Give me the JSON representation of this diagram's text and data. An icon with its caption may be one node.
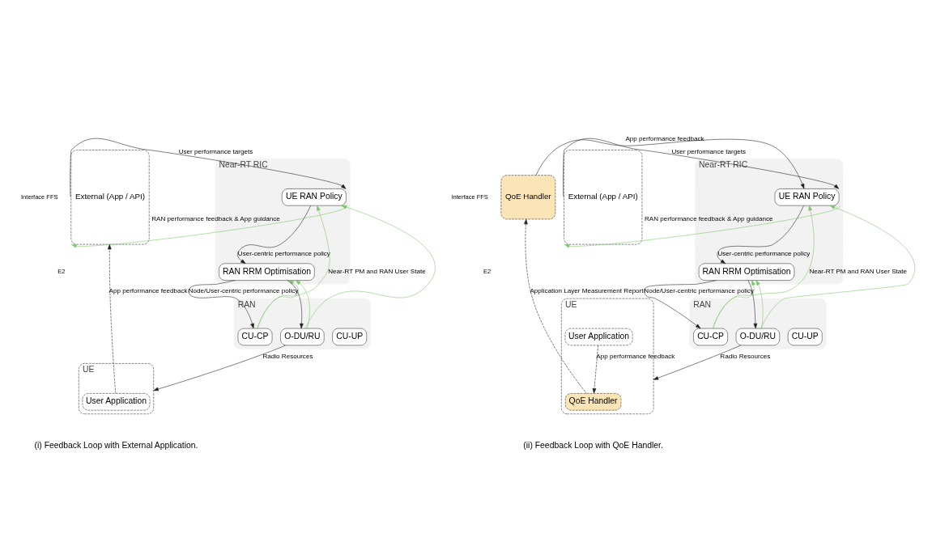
{
  "diagram": {
    "nodes": [
      {
        "text": [
          "Near-RT RIC"
        ]
      },
      {
        "text": [
          "UE RAN Policy"
        ],
        "in": 0
      },
      {
        "text": [
          "RAN RRM Optimisation"
        ],
        "in": 0
      },
      {
        "text": [
          "RAN"
        ]
      },
      {
        "text": [
          "CU-UP"
        ],
        "in": 3
      },
      {
        "text": [
          "CU-CP"
        ],
        "in": 3
      },
      {
        "text": [
          "O-DU/RU"
        ],
        "in": 3
      },
      {
        "text": [
          "UE"
        ]
      },
      {
        "text": [
          "User Application"
        ],
        "in": 7
      },
      {
        "text": [
          "External (App / API)"
        ]
      },
      {
        "text": [
          "QoE Handler"
        ]
      },
      {
        "text": [
          "Near-RT RIC"
        ]
      },
      {
        "text": [
          "UE RAN Policy"
        ],
        "in": 11
      },
      {
        "text": [
          "RAN RRM Optimisation"
        ],
        "in": 11
      },
      {
        "text": [
          "RAN"
        ]
      },
      {
        "text": [
          "CU-UP"
        ],
        "in": 14
      },
      {
        "text": [
          "CU-CP"
        ],
        "in": 14
      },
      {
        "text": [
          "O-DU/RU"
        ],
        "in": 14
      },
      {
        "text": [
          "UE"
        ]
      },
      {
        "text": [
          "QoE Handler"
        ],
        "in": 18
      },
      {
        "text": [
          "User Application"
        ],
        "in": 18
      },
      {
        "text": [
          "External (App / API)"
        ]
      }
    ],
    "edges": [
      {
        "from": 9,
        "to": 1,
        "arrow": "to",
        "label": "User performance targets"
      },
      {
        "from": 1,
        "to": 9,
        "arrow": "to",
        "label": "RAN performance feedback & App guidance",
        "color": "#7dc36b"
      },
      {
        "from": 1,
        "to": 2,
        "arrow": "to",
        "label": "User-centric performance policy"
      },
      {
        "from": 2,
        "to": 5,
        "arrow": "to",
        "label": "Node/User-centric performance policy"
      },
      {
        "from": 2,
        "to": 6,
        "arrow": "to"
      },
      {
        "from": 5,
        "to": 1,
        "arrow": "to",
        "label": "Near-RT PM and RAN User State",
        "color": "#7dc36b"
      },
      {
        "from": 5,
        "to": 2,
        "arrow": "to",
        "color": "#7dc36b"
      },
      {
        "from": 6,
        "to": 1,
        "arrow": "to",
        "color": "#7dc36b"
      },
      {
        "from": 6,
        "to": 2,
        "arrow": "to",
        "color": "#7dc36b"
      },
      {
        "from": 6,
        "to": 7,
        "arrow": "to",
        "label": "Radio Resources"
      },
      {
        "from": 8,
        "to": 9,
        "arrow": "to",
        "label": "App performance feedback",
        "style": "dashed"
      },
      {
        "from": 10,
        "to": 12,
        "arrow": "to",
        "label": "App performance feedback"
      },
      {
        "from": 21,
        "to": 12,
        "arrow": "to",
        "label": "User performance targets"
      },
      {
        "from": 12,
        "to": 21,
        "arrow": "to",
        "label": "RAN performance feedback & App guidance",
        "color": "#7dc36b"
      },
      {
        "from": 12,
        "to": 13,
        "arrow": "to",
        "label": "User-centric performance policy"
      },
      {
        "from": 13,
        "to": 16,
        "arrow": "to",
        "label": "Node/User-centric performance policy"
      },
      {
        "from": 13,
        "to": 17,
        "arrow": "to"
      },
      {
        "from": 16,
        "to": 12,
        "arrow": "to",
        "label": "Near-RT PM and RAN User State",
        "color": "#7dc36b"
      },
      {
        "from": 16,
        "to": 13,
        "arrow": "to",
        "color": "#7dc36b"
      },
      {
        "from": 17,
        "to": 12,
        "arrow": "to",
        "color": "#7dc36b"
      },
      {
        "from": 17,
        "to": 13,
        "arrow": "to",
        "color": "#7dc36b"
      },
      {
        "from": 17,
        "to": 18,
        "arrow": "to",
        "label": "Radio Resources"
      },
      {
        "from": 20,
        "to": 19,
        "arrow": "to",
        "label": "App performance feedback",
        "style": "dashed"
      },
      {
        "from": 19,
        "to": 10,
        "arrow": "to",
        "label": "Application Layer Measurement Report",
        "style": "dashed"
      }
    ],
    "labels": [
      "Interface FFS",
      "E2",
      "Interface FFS",
      "E2",
      "(i) Feedback Loop with External Application.",
      "(ii) Feedback Loop with QoE Handler."
    ]
  }
}
